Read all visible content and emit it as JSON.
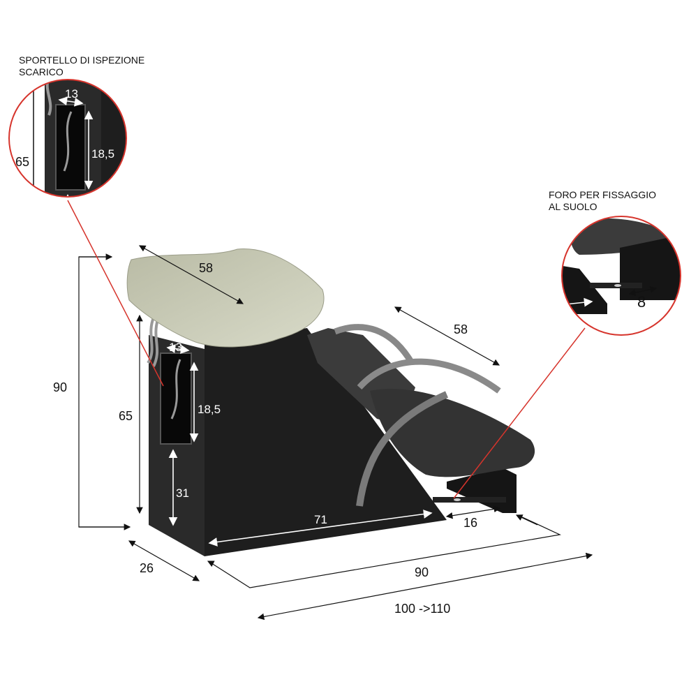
{
  "callouts": {
    "inspection_door": {
      "title_line1": "SPORTELLO DI ISPEZIONE",
      "title_line2": "SCARICO",
      "width": "13",
      "height": "18,5",
      "total_height": "65"
    },
    "floor_hole": {
      "title_line1": "FORO PER FISSAGGIO",
      "title_line2": "AL SUOLO",
      "spacing": "8"
    }
  },
  "dimensions": {
    "basin_width": "58",
    "armrest_width": "58",
    "overall_height": "90",
    "cabinet_height": "65",
    "door_width": "13",
    "door_height": "18,5",
    "door_base_height": "31",
    "cabinet_length": "71",
    "foot_offset": "16",
    "cabinet_depth": "26",
    "base_length": "90",
    "total_length": "100 ->110"
  },
  "colors": {
    "callout_ring": "#d6342c",
    "basin": "#c9cbb6",
    "cabinet": "#1e1e1e",
    "chair": "#3a3a3a",
    "tube": "#8a8a8a"
  }
}
